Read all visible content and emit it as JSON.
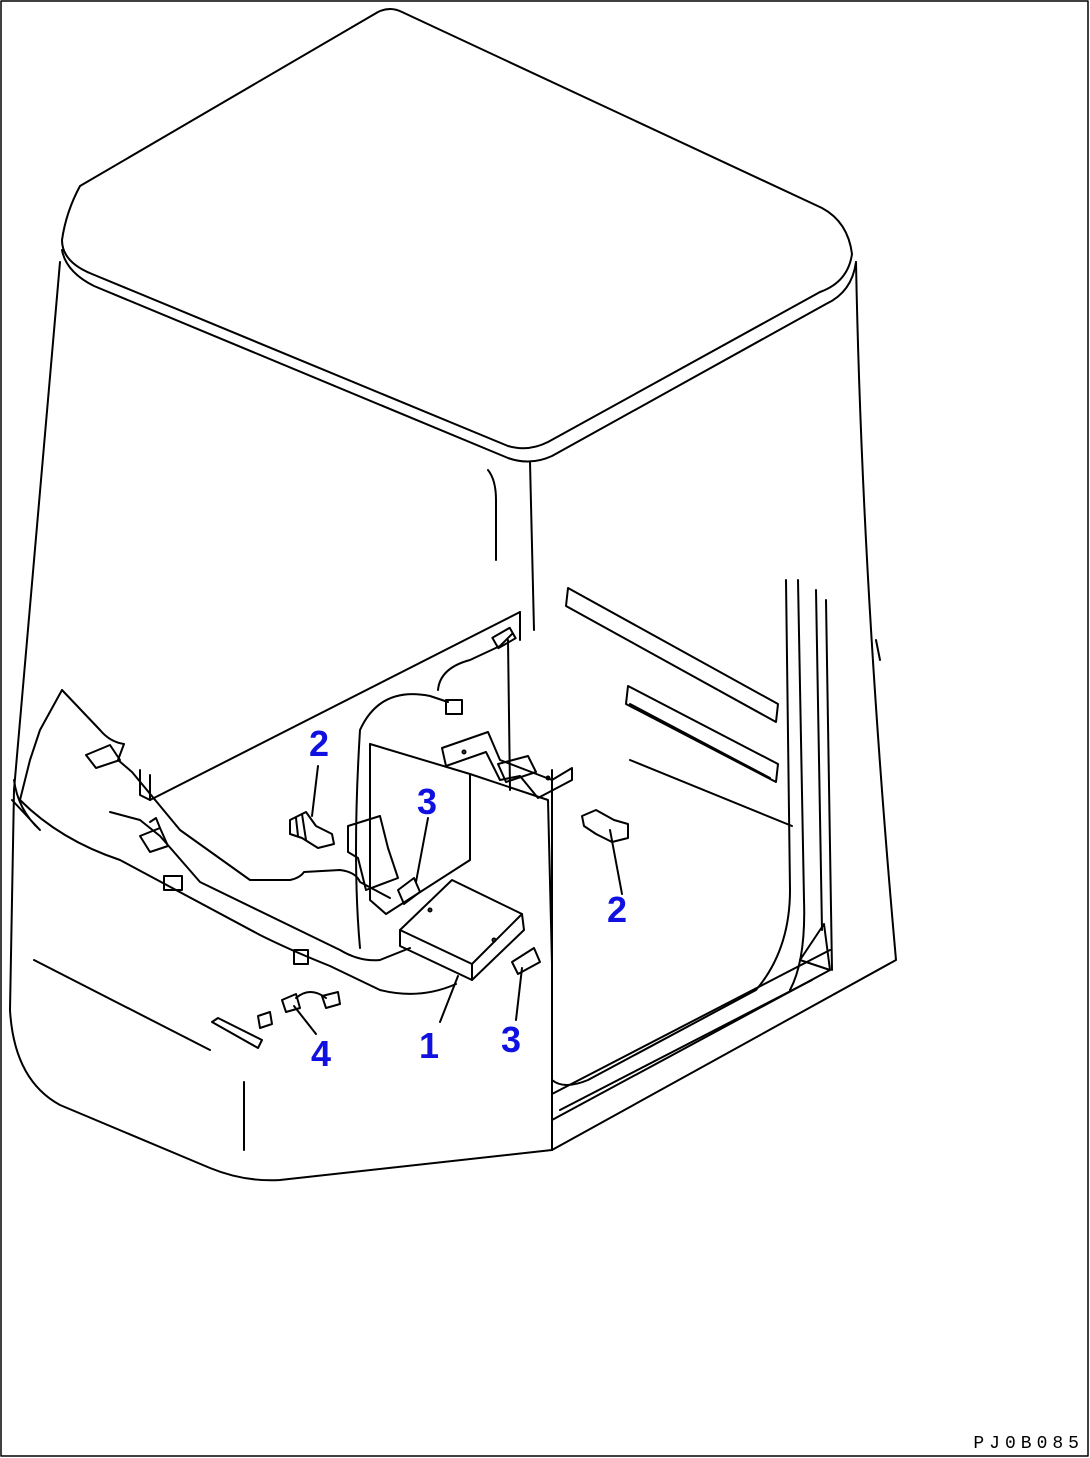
{
  "diagram": {
    "drawing_code": "PJ0B085",
    "line_color": "#000000",
    "callout_color": "#1010e0",
    "callouts": [
      {
        "id": "c2-left",
        "label": "2"
      },
      {
        "id": "c3-upper",
        "label": "3"
      },
      {
        "id": "c2-right",
        "label": "2"
      },
      {
        "id": "c1",
        "label": "1"
      },
      {
        "id": "c3-lower",
        "label": "3"
      },
      {
        "id": "c4",
        "label": "4"
      }
    ]
  }
}
